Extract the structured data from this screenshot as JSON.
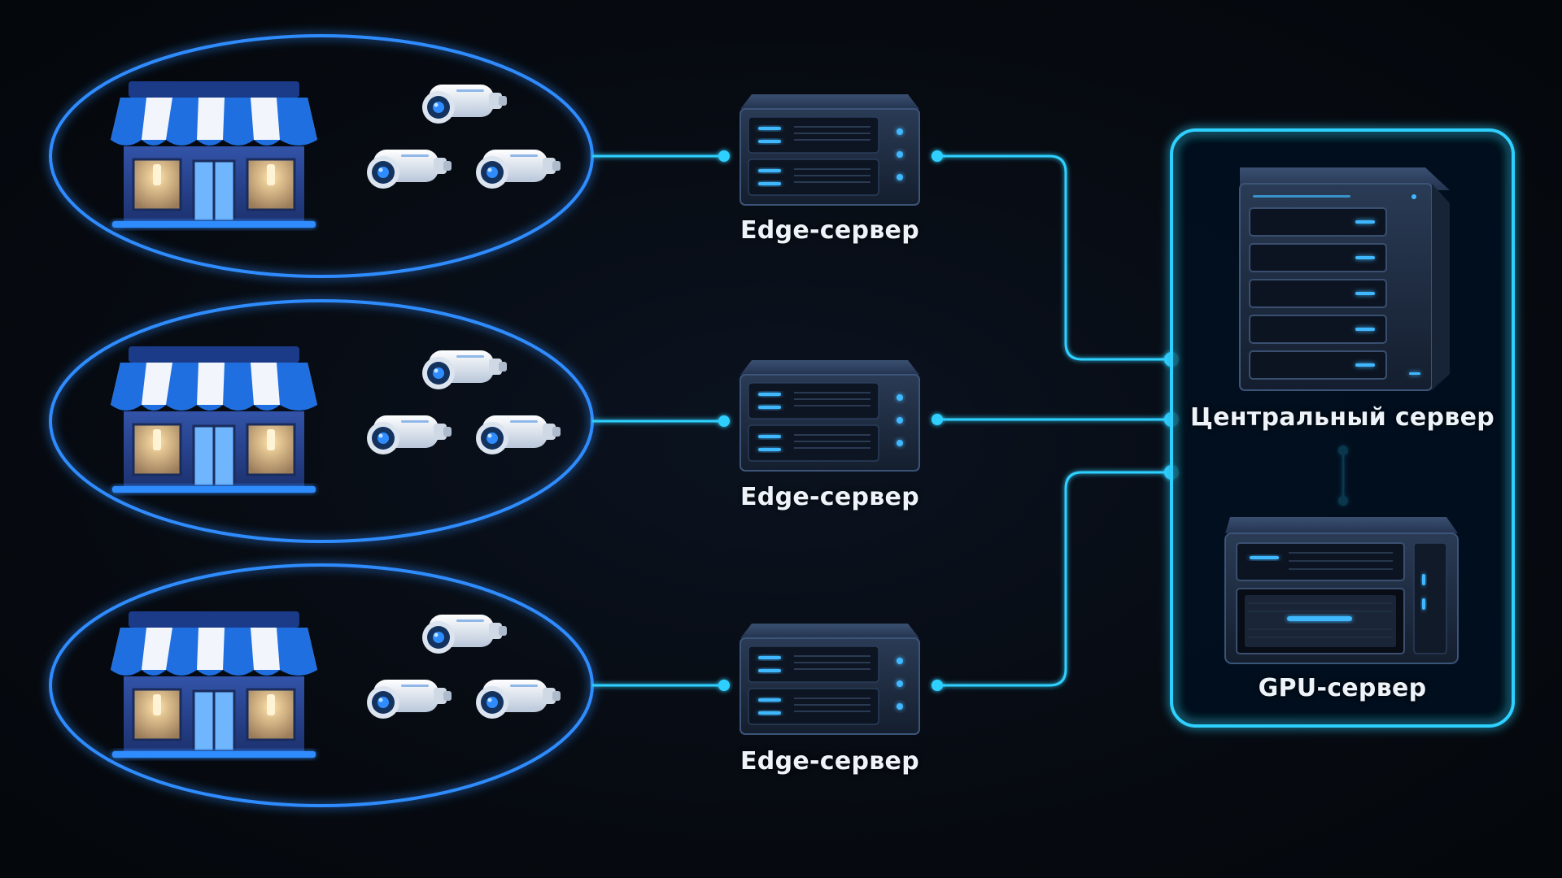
{
  "colors": {
    "background": "#05080d",
    "glow_blue": "#2f8cff",
    "cyan_line": "#2fd0ff",
    "server_body": "#1c2a3f",
    "server_led": "#3fb8ff",
    "awning_blue": "#1f6fe0",
    "awning_white": "#f2f6fc",
    "store_wall": "#27448c",
    "window_light": "#f4c98a",
    "camera_body": "#e8eef6"
  },
  "sites": [
    {
      "id": "site-1",
      "icons": [
        "store-icon",
        "camera-icon",
        "camera-icon",
        "camera-icon"
      ]
    },
    {
      "id": "site-2",
      "icons": [
        "store-icon",
        "camera-icon",
        "camera-icon",
        "camera-icon"
      ]
    },
    {
      "id": "site-3",
      "icons": [
        "store-icon",
        "camera-icon",
        "camera-icon",
        "camera-icon"
      ]
    }
  ],
  "edge_servers": [
    {
      "label": "Edge-сервер",
      "icon": "edge-server-icon"
    },
    {
      "label": "Edge-сервер",
      "icon": "edge-server-icon"
    },
    {
      "label": "Edge-сервер",
      "icon": "edge-server-icon"
    }
  ],
  "central_server": {
    "label": "Центральный сервер",
    "icon": "central-server-icon"
  },
  "gpu_server": {
    "label": "GPU-сервер",
    "icon": "gpu-server-icon"
  }
}
